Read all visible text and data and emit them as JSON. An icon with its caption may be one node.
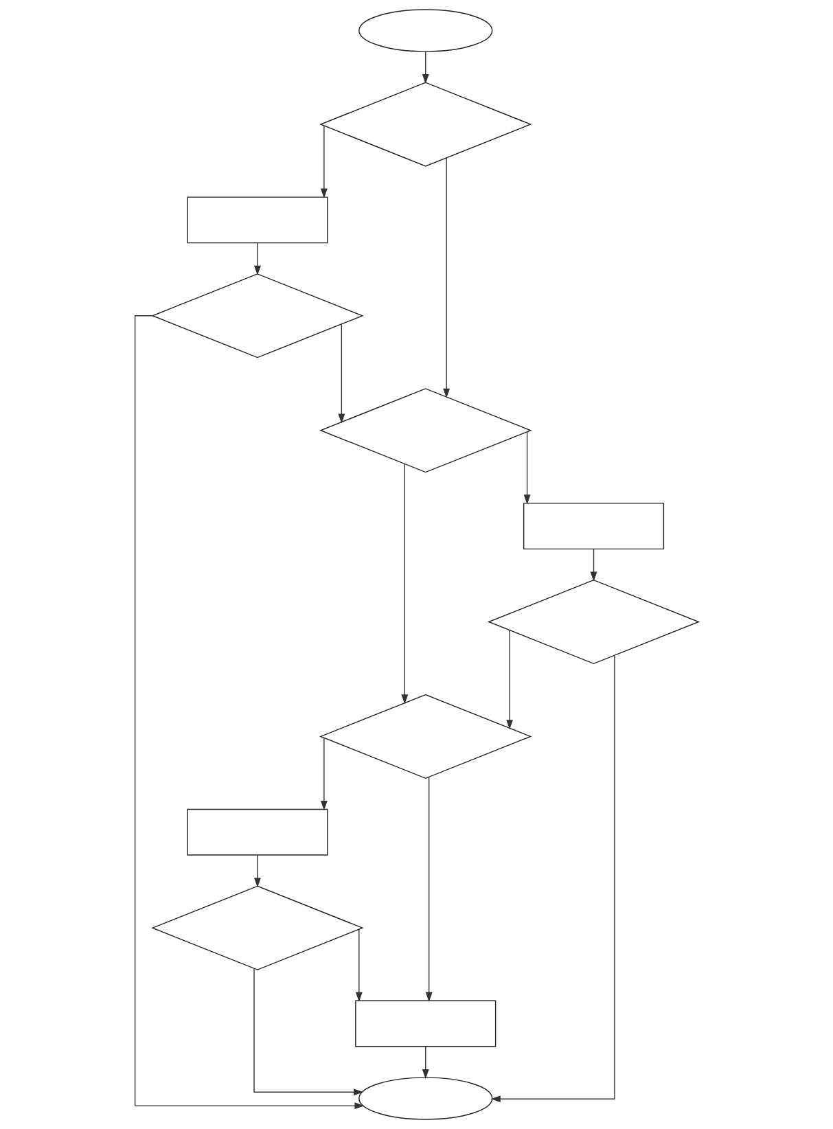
{
  "diagram": {
    "nodes": [
      {
        "text": [],
        "shape": "oval"
      },
      {
        "text": [],
        "shape": "diamond"
      },
      {
        "text": [],
        "shape": "box"
      },
      {
        "text": [],
        "shape": "diamond"
      },
      {
        "text": [],
        "shape": "diamond"
      },
      {
        "text": [],
        "shape": "box"
      },
      {
        "text": [],
        "shape": "diamond"
      },
      {
        "text": [],
        "shape": "diamond"
      },
      {
        "text": [],
        "shape": "box"
      },
      {
        "text": [],
        "shape": "diamond"
      },
      {
        "text": [],
        "shape": "box"
      },
      {
        "text": [],
        "shape": "oval"
      }
    ],
    "edges": [
      {
        "from": 0,
        "to": 1,
        "arrow": "to"
      },
      {
        "from": 1,
        "to": 2,
        "arrow": "to"
      },
      {
        "from": 2,
        "to": 3,
        "arrow": "to"
      },
      {
        "from": 1,
        "to": 4,
        "arrow": "to"
      },
      {
        "from": 3,
        "to": 4,
        "arrow": "to"
      },
      {
        "from": 3,
        "to": 11,
        "arrow": "to"
      },
      {
        "from": 4,
        "to": 5,
        "arrow": "to"
      },
      {
        "from": 5,
        "to": 6,
        "arrow": "to"
      },
      {
        "from": 4,
        "to": 7,
        "arrow": "to"
      },
      {
        "from": 6,
        "to": 7,
        "arrow": "to"
      },
      {
        "from": 6,
        "to": 11,
        "arrow": "to"
      },
      {
        "from": 7,
        "to": 8,
        "arrow": "to"
      },
      {
        "from": 8,
        "to": 9,
        "arrow": "to"
      },
      {
        "from": 7,
        "to": 10,
        "arrow": "to"
      },
      {
        "from": 9,
        "to": 10,
        "arrow": "to"
      },
      {
        "from": 9,
        "to": 11,
        "arrow": "to"
      },
      {
        "from": 10,
        "to": 11,
        "arrow": "to"
      }
    ]
  }
}
